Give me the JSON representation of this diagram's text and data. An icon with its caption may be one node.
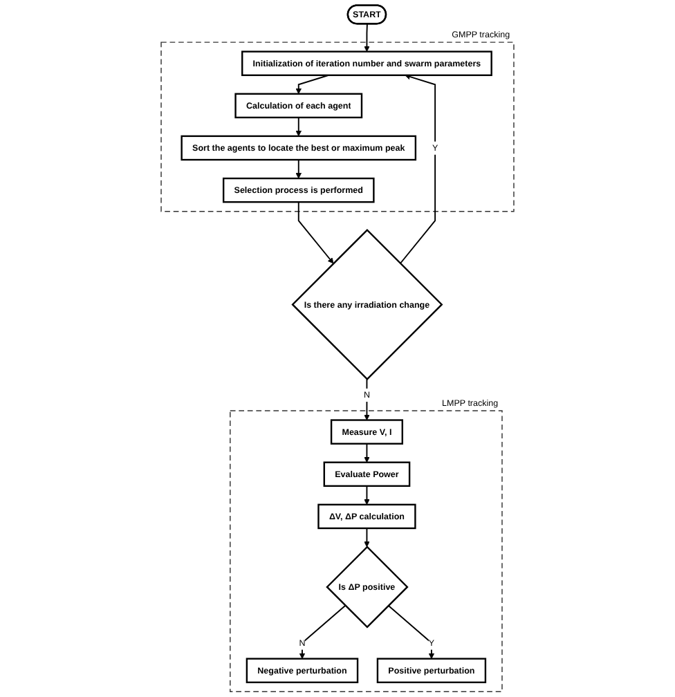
{
  "diagram": {
    "nodes": [
      {
        "text": [
          "START"
        ]
      },
      {
        "text": [
          "GMPP tracking"
        ]
      },
      {
        "text": [
          "Initialization of iteration number and swarm parameters"
        ],
        "in": 1
      },
      {
        "text": [
          "Calculation of each agent"
        ],
        "in": 1
      },
      {
        "text": [
          "Sort the agents to locate the best or maximum peak"
        ],
        "in": 1
      },
      {
        "text": [
          "Selection process is performed"
        ],
        "in": 1
      },
      {
        "text": [
          "Is there any irradiation change"
        ]
      },
      {
        "text": [
          "LMPP tracking"
        ]
      },
      {
        "text": [
          "Measure V, I"
        ],
        "in": 7
      },
      {
        "text": [
          "Evaluate Power"
        ],
        "in": 7
      },
      {
        "text": [
          "ΔV, ΔP calculation"
        ],
        "in": 7
      },
      {
        "text": [
          "Is ΔP positive"
        ],
        "in": 7
      },
      {
        "text": [
          "Negative perturbation"
        ],
        "in": 7
      },
      {
        "text": [
          "Positive perturbation"
        ],
        "in": 7
      }
    ],
    "edges": [
      {
        "from": 0,
        "to": 2,
        "arrow": "to"
      },
      {
        "from": 2,
        "to": 3,
        "arrow": "to"
      },
      {
        "from": 3,
        "to": 4,
        "arrow": "to"
      },
      {
        "from": 4,
        "to": 5,
        "arrow": "to"
      },
      {
        "from": 5,
        "to": 6,
        "arrow": "to"
      },
      {
        "from": 6,
        "to": 2,
        "arrow": "to",
        "label": "Y"
      },
      {
        "from": 6,
        "to": 8,
        "arrow": "to",
        "label": "N"
      },
      {
        "from": 8,
        "to": 9,
        "arrow": "to"
      },
      {
        "from": 9,
        "to": 10,
        "arrow": "to"
      },
      {
        "from": 10,
        "to": 11,
        "arrow": "to"
      },
      {
        "from": 11,
        "to": 12,
        "arrow": "to",
        "label": "N"
      },
      {
        "from": 11,
        "to": 13,
        "arrow": "to",
        "label": "Y"
      }
    ]
  }
}
